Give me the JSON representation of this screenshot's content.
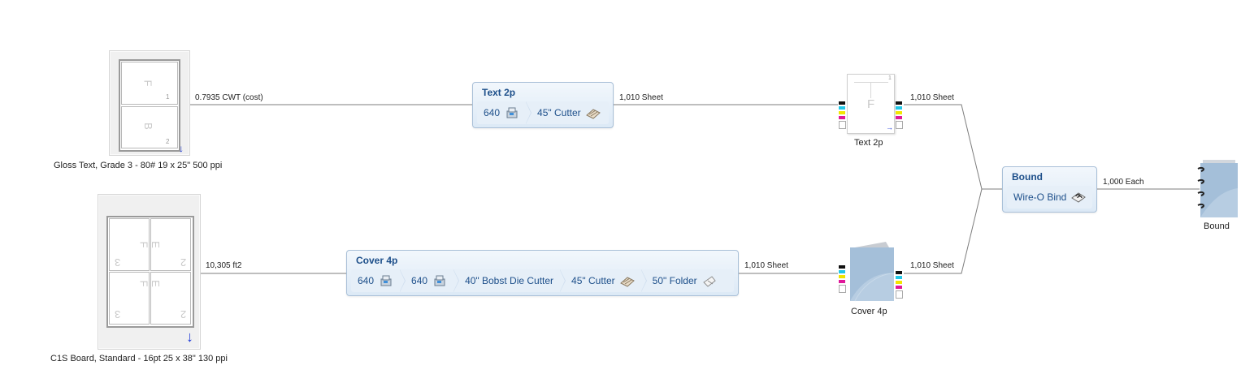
{
  "stocks": [
    {
      "name": "Gloss Text, Grade 3 - 80# 19 x 25\" 500 ppi",
      "quantity": "0.7935 CWT (cost)",
      "glyphs": [
        "F",
        "B"
      ],
      "page_nums": [
        "1",
        "2"
      ]
    },
    {
      "name": "C1S Board, Standard - 16pt 25 x 38\" 130 ppi",
      "quantity": "10,305 ft2",
      "glyphs": [
        "F",
        "E"
      ],
      "page_nums": [
        "2",
        "3"
      ]
    }
  ],
  "processes": [
    {
      "title": "Text 2p",
      "steps": [
        {
          "label": "640",
          "icon": "press-icon"
        },
        {
          "label": "45\" Cutter",
          "icon": "cutter-icon"
        }
      ],
      "output": "1,010 Sheet"
    },
    {
      "title": "Cover 4p",
      "steps": [
        {
          "label": "640",
          "icon": "press-icon"
        },
        {
          "label": "640",
          "icon": "press-icon"
        },
        {
          "label": "40\" Bobst Die Cutter",
          "icon": ""
        },
        {
          "label": "45\" Cutter",
          "icon": "cutter-icon"
        },
        {
          "label": "50\" Folder",
          "icon": "folder-icon"
        }
      ],
      "output": "1,010 Sheet"
    },
    {
      "title": "Bound",
      "steps": [
        {
          "label": "Wire-O Bind",
          "icon": "bind-icon"
        }
      ],
      "output": "1,000 Each"
    }
  ],
  "components": [
    {
      "name": "Text 2p",
      "output": "1,010 Sheet",
      "glyph": "F",
      "page_num": "1"
    },
    {
      "name": "Cover 4p",
      "output": "1,010 Sheet"
    }
  ],
  "final_product": {
    "name": "Bound"
  },
  "colors": {
    "accent": "#1d4f8a",
    "box_border": "#a9c0d8",
    "arrow": "#1b36d6",
    "cover": "#a4bfd9"
  },
  "ink_colors": [
    "#111111",
    "#22c7e8",
    "#f2e500",
    "#e0189a"
  ]
}
